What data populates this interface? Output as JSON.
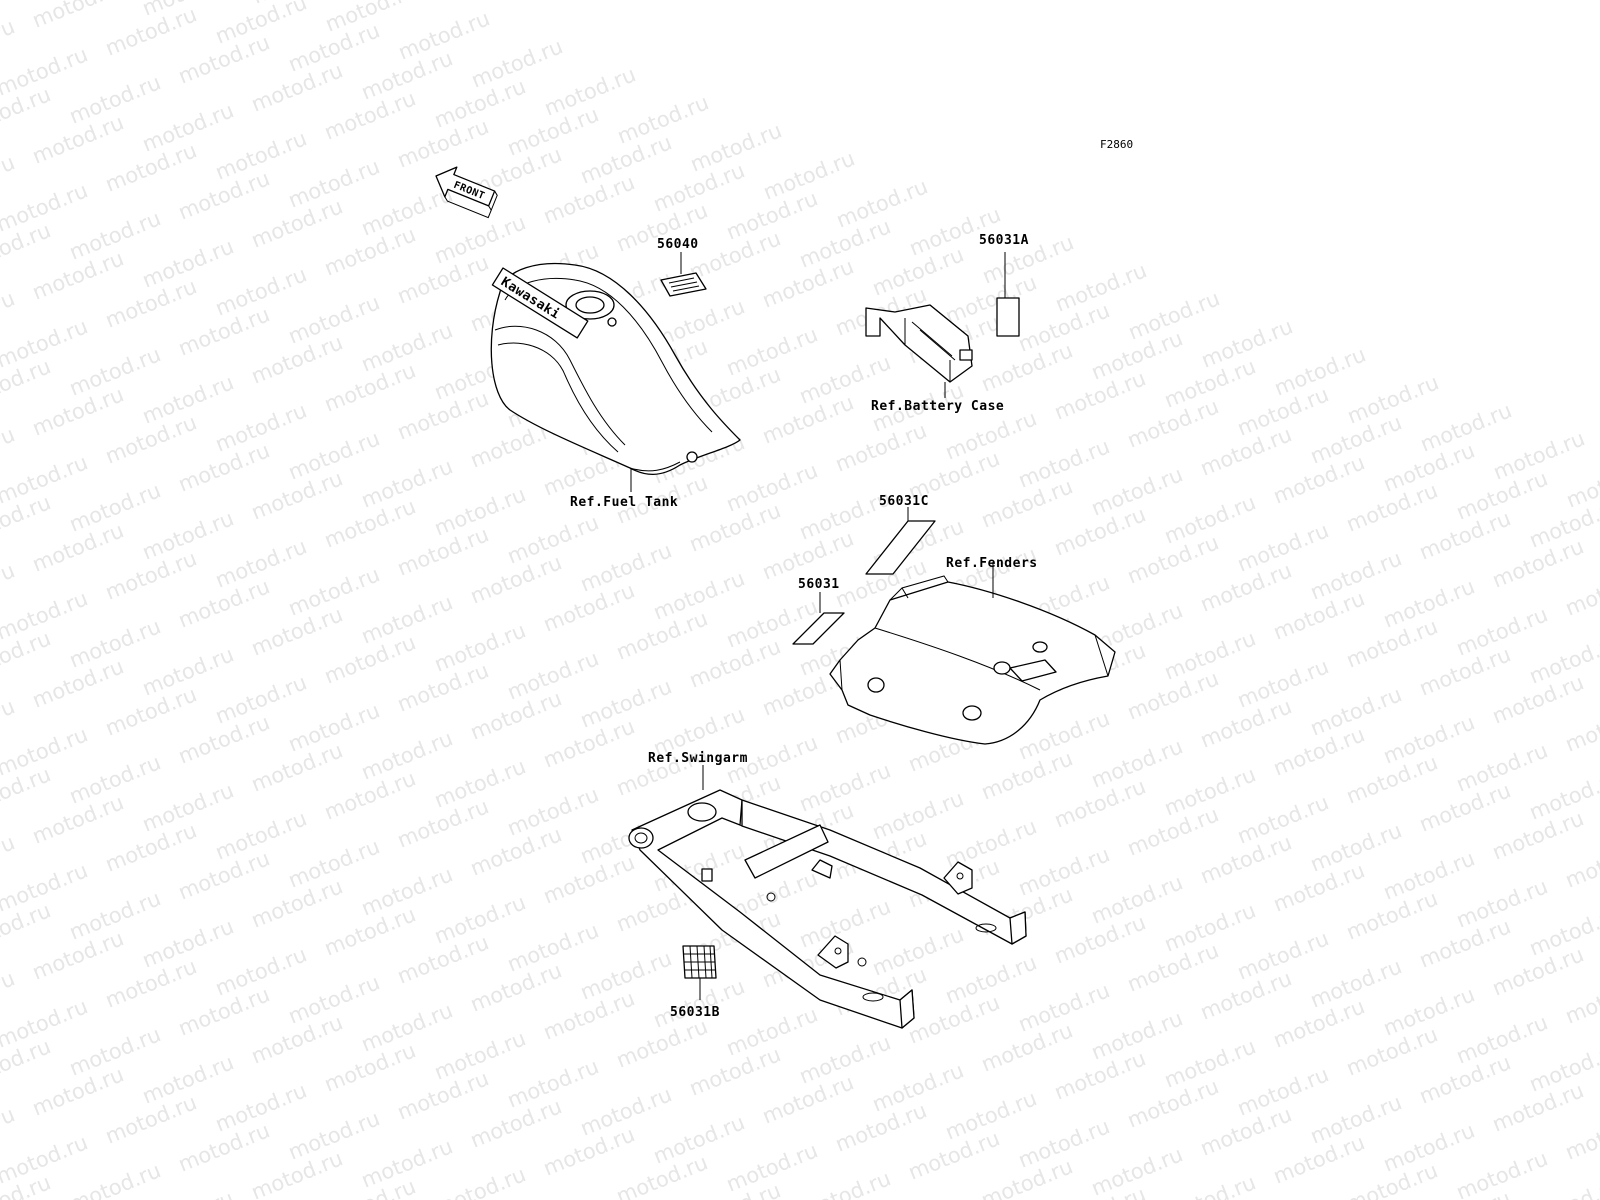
{
  "watermark": {
    "text": "motod.ru",
    "color": "#e6e6e6"
  },
  "figure_id": "F2860",
  "front_arrow": {
    "text": "FRONT"
  },
  "fuel_tank": {
    "brand": "Kawasaki"
  },
  "labels": {
    "p56040": "56040",
    "p56031A": "56031A",
    "p56031C": "56031C",
    "p56031": "56031",
    "p56031B": "56031B",
    "ref_fuel_tank": "Ref.Fuel Tank",
    "ref_battery_case": "Ref.Battery Case",
    "ref_fenders": "Ref.Fenders",
    "ref_swingarm": "Ref.Swingarm"
  }
}
